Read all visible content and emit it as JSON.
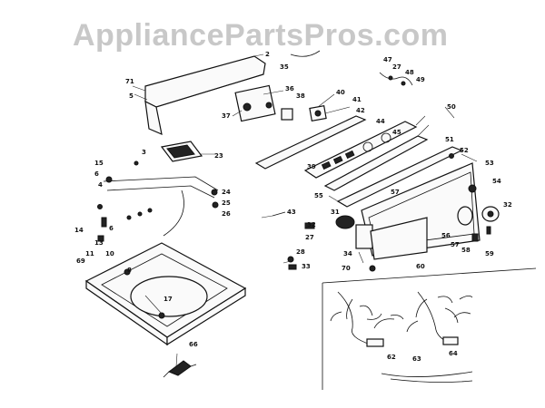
{
  "watermark": "AppliancePartsPros.com",
  "callouts": [
    {
      "id": "c71",
      "label": "71"
    },
    {
      "id": "c5",
      "label": "5"
    },
    {
      "id": "c2",
      "label": "2"
    },
    {
      "id": "c35",
      "label": "35"
    },
    {
      "id": "c36",
      "label": "36"
    },
    {
      "id": "c37",
      "label": "37"
    },
    {
      "id": "c38",
      "label": "38"
    },
    {
      "id": "c40",
      "label": "40"
    },
    {
      "id": "c41",
      "label": "41"
    },
    {
      "id": "c42",
      "label": "42"
    },
    {
      "id": "c47",
      "label": "47"
    },
    {
      "id": "c27a",
      "label": "27"
    },
    {
      "id": "c48",
      "label": "48"
    },
    {
      "id": "c49",
      "label": "49"
    },
    {
      "id": "c50",
      "label": "50"
    },
    {
      "id": "c44",
      "label": "44"
    },
    {
      "id": "c45",
      "label": "45"
    },
    {
      "id": "c51",
      "label": "51"
    },
    {
      "id": "c52",
      "label": "52"
    },
    {
      "id": "c53",
      "label": "53"
    },
    {
      "id": "c23",
      "label": "23"
    },
    {
      "id": "c15",
      "label": "15"
    },
    {
      "id": "c39",
      "label": "39"
    },
    {
      "id": "c55",
      "label": "55"
    },
    {
      "id": "c57",
      "label": "57"
    },
    {
      "id": "c6a",
      "label": "6"
    },
    {
      "id": "c4",
      "label": "4"
    },
    {
      "id": "c3",
      "label": "3"
    },
    {
      "id": "c24",
      "label": "24"
    },
    {
      "id": "c25",
      "label": "25"
    },
    {
      "id": "c26",
      "label": "26"
    },
    {
      "id": "c54",
      "label": "54"
    },
    {
      "id": "c32",
      "label": "32"
    },
    {
      "id": "c6b",
      "label": "6"
    },
    {
      "id": "c43",
      "label": "43"
    },
    {
      "id": "c31",
      "label": "31"
    },
    {
      "id": "c32b",
      "label": "32"
    },
    {
      "id": "c27b",
      "label": "27"
    },
    {
      "id": "c56",
      "label": "56"
    },
    {
      "id": "c57b",
      "label": "57"
    },
    {
      "id": "c58",
      "label": "58"
    },
    {
      "id": "c59",
      "label": "59"
    },
    {
      "id": "c14",
      "label": "14"
    },
    {
      "id": "c13",
      "label": "13"
    },
    {
      "id": "c11",
      "label": "11"
    },
    {
      "id": "c10",
      "label": "10"
    },
    {
      "id": "c69",
      "label": "69"
    },
    {
      "id": "c8",
      "label": "8"
    },
    {
      "id": "c34",
      "label": "34"
    },
    {
      "id": "c28",
      "label": "28"
    },
    {
      "id": "c33",
      "label": "33"
    },
    {
      "id": "c70",
      "label": "70"
    },
    {
      "id": "c60",
      "label": "60"
    },
    {
      "id": "c17",
      "label": "17"
    },
    {
      "id": "c66",
      "label": "66"
    },
    {
      "id": "c62",
      "label": "62"
    },
    {
      "id": "c63",
      "label": "63"
    },
    {
      "id": "c64",
      "label": "64"
    }
  ]
}
